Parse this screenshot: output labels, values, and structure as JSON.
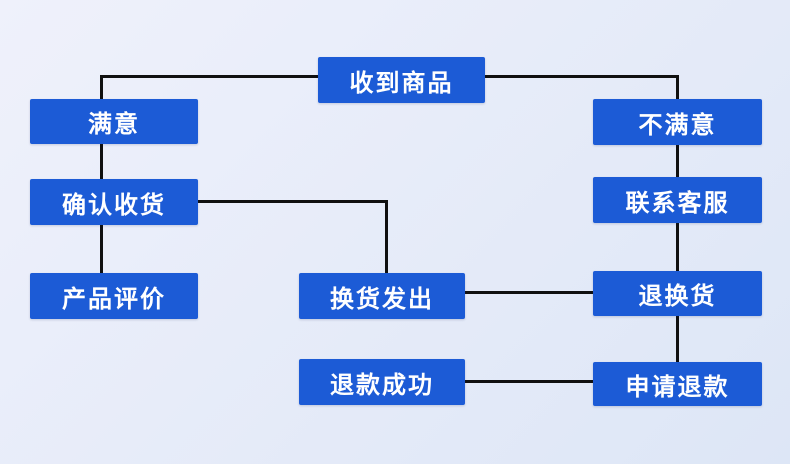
{
  "diagram": {
    "type": "flowchart",
    "colors": {
      "node_fill": "#1c5bd6",
      "node_text": "#ffffff",
      "connector": "#101010",
      "background": "#e6ebf8"
    },
    "nodes": [
      {
        "id": "received-goods",
        "label": "收到商品"
      },
      {
        "id": "satisfied",
        "label": "满意"
      },
      {
        "id": "unsatisfied",
        "label": "不满意"
      },
      {
        "id": "confirm-receipt",
        "label": "确认收货"
      },
      {
        "id": "contact-support",
        "label": "联系客服"
      },
      {
        "id": "product-review",
        "label": "产品评价"
      },
      {
        "id": "exchange-shipped",
        "label": "换货发出"
      },
      {
        "id": "return-exchange",
        "label": "退换货"
      },
      {
        "id": "refund-success",
        "label": "退款成功"
      },
      {
        "id": "request-refund",
        "label": "申请退款"
      }
    ],
    "edges": [
      {
        "from": "received-goods",
        "to": "satisfied"
      },
      {
        "from": "received-goods",
        "to": "unsatisfied"
      },
      {
        "from": "satisfied",
        "to": "confirm-receipt"
      },
      {
        "from": "confirm-receipt",
        "to": "product-review"
      },
      {
        "from": "confirm-receipt",
        "to": "exchange-shipped"
      },
      {
        "from": "unsatisfied",
        "to": "contact-support"
      },
      {
        "from": "contact-support",
        "to": "return-exchange"
      },
      {
        "from": "return-exchange",
        "to": "exchange-shipped"
      },
      {
        "from": "return-exchange",
        "to": "request-refund"
      },
      {
        "from": "request-refund",
        "to": "refund-success"
      }
    ]
  }
}
